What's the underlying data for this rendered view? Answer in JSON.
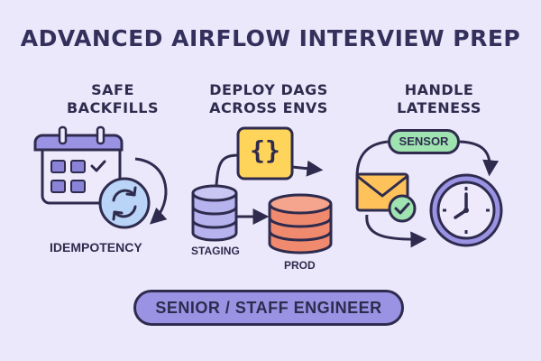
{
  "title": "ADVANCED AIRFLOW INTERVIEW PREP",
  "columns": [
    {
      "heading_line1": "SAFE",
      "heading_line2": "BACKFILLS",
      "label": "IDEMPOTENCY"
    },
    {
      "heading_line1": "DEPLOY DAGS",
      "heading_line2": "ACROSS ENVS",
      "label_staging": "STAGING",
      "label_prod": "PROD",
      "code_glyph": "{}"
    },
    {
      "heading_line1": "HANDLE",
      "heading_line2": "LATENESS",
      "badge": "SENSOR"
    }
  ],
  "footer": "SENIOR / STAFF ENGINEER",
  "colors": {
    "background": "#ece8fb",
    "outline": "#2e2b4e",
    "calendar_header": "#9a93e3",
    "refresh_circle": "#b9d4f6",
    "code_box": "#ffd45a",
    "staging_db": "#b7b3ee",
    "prod_db": "#f08a6e",
    "sensor_badge": "#9ee3b0",
    "envelope": "#ffc25a",
    "check_badge": "#9ee3b0",
    "clock_face": "#d3cff7"
  },
  "icons": [
    "calendar-icon",
    "refresh-icon",
    "code-braces-icon",
    "database-icon",
    "envelope-icon",
    "check-icon",
    "clock-icon"
  ]
}
